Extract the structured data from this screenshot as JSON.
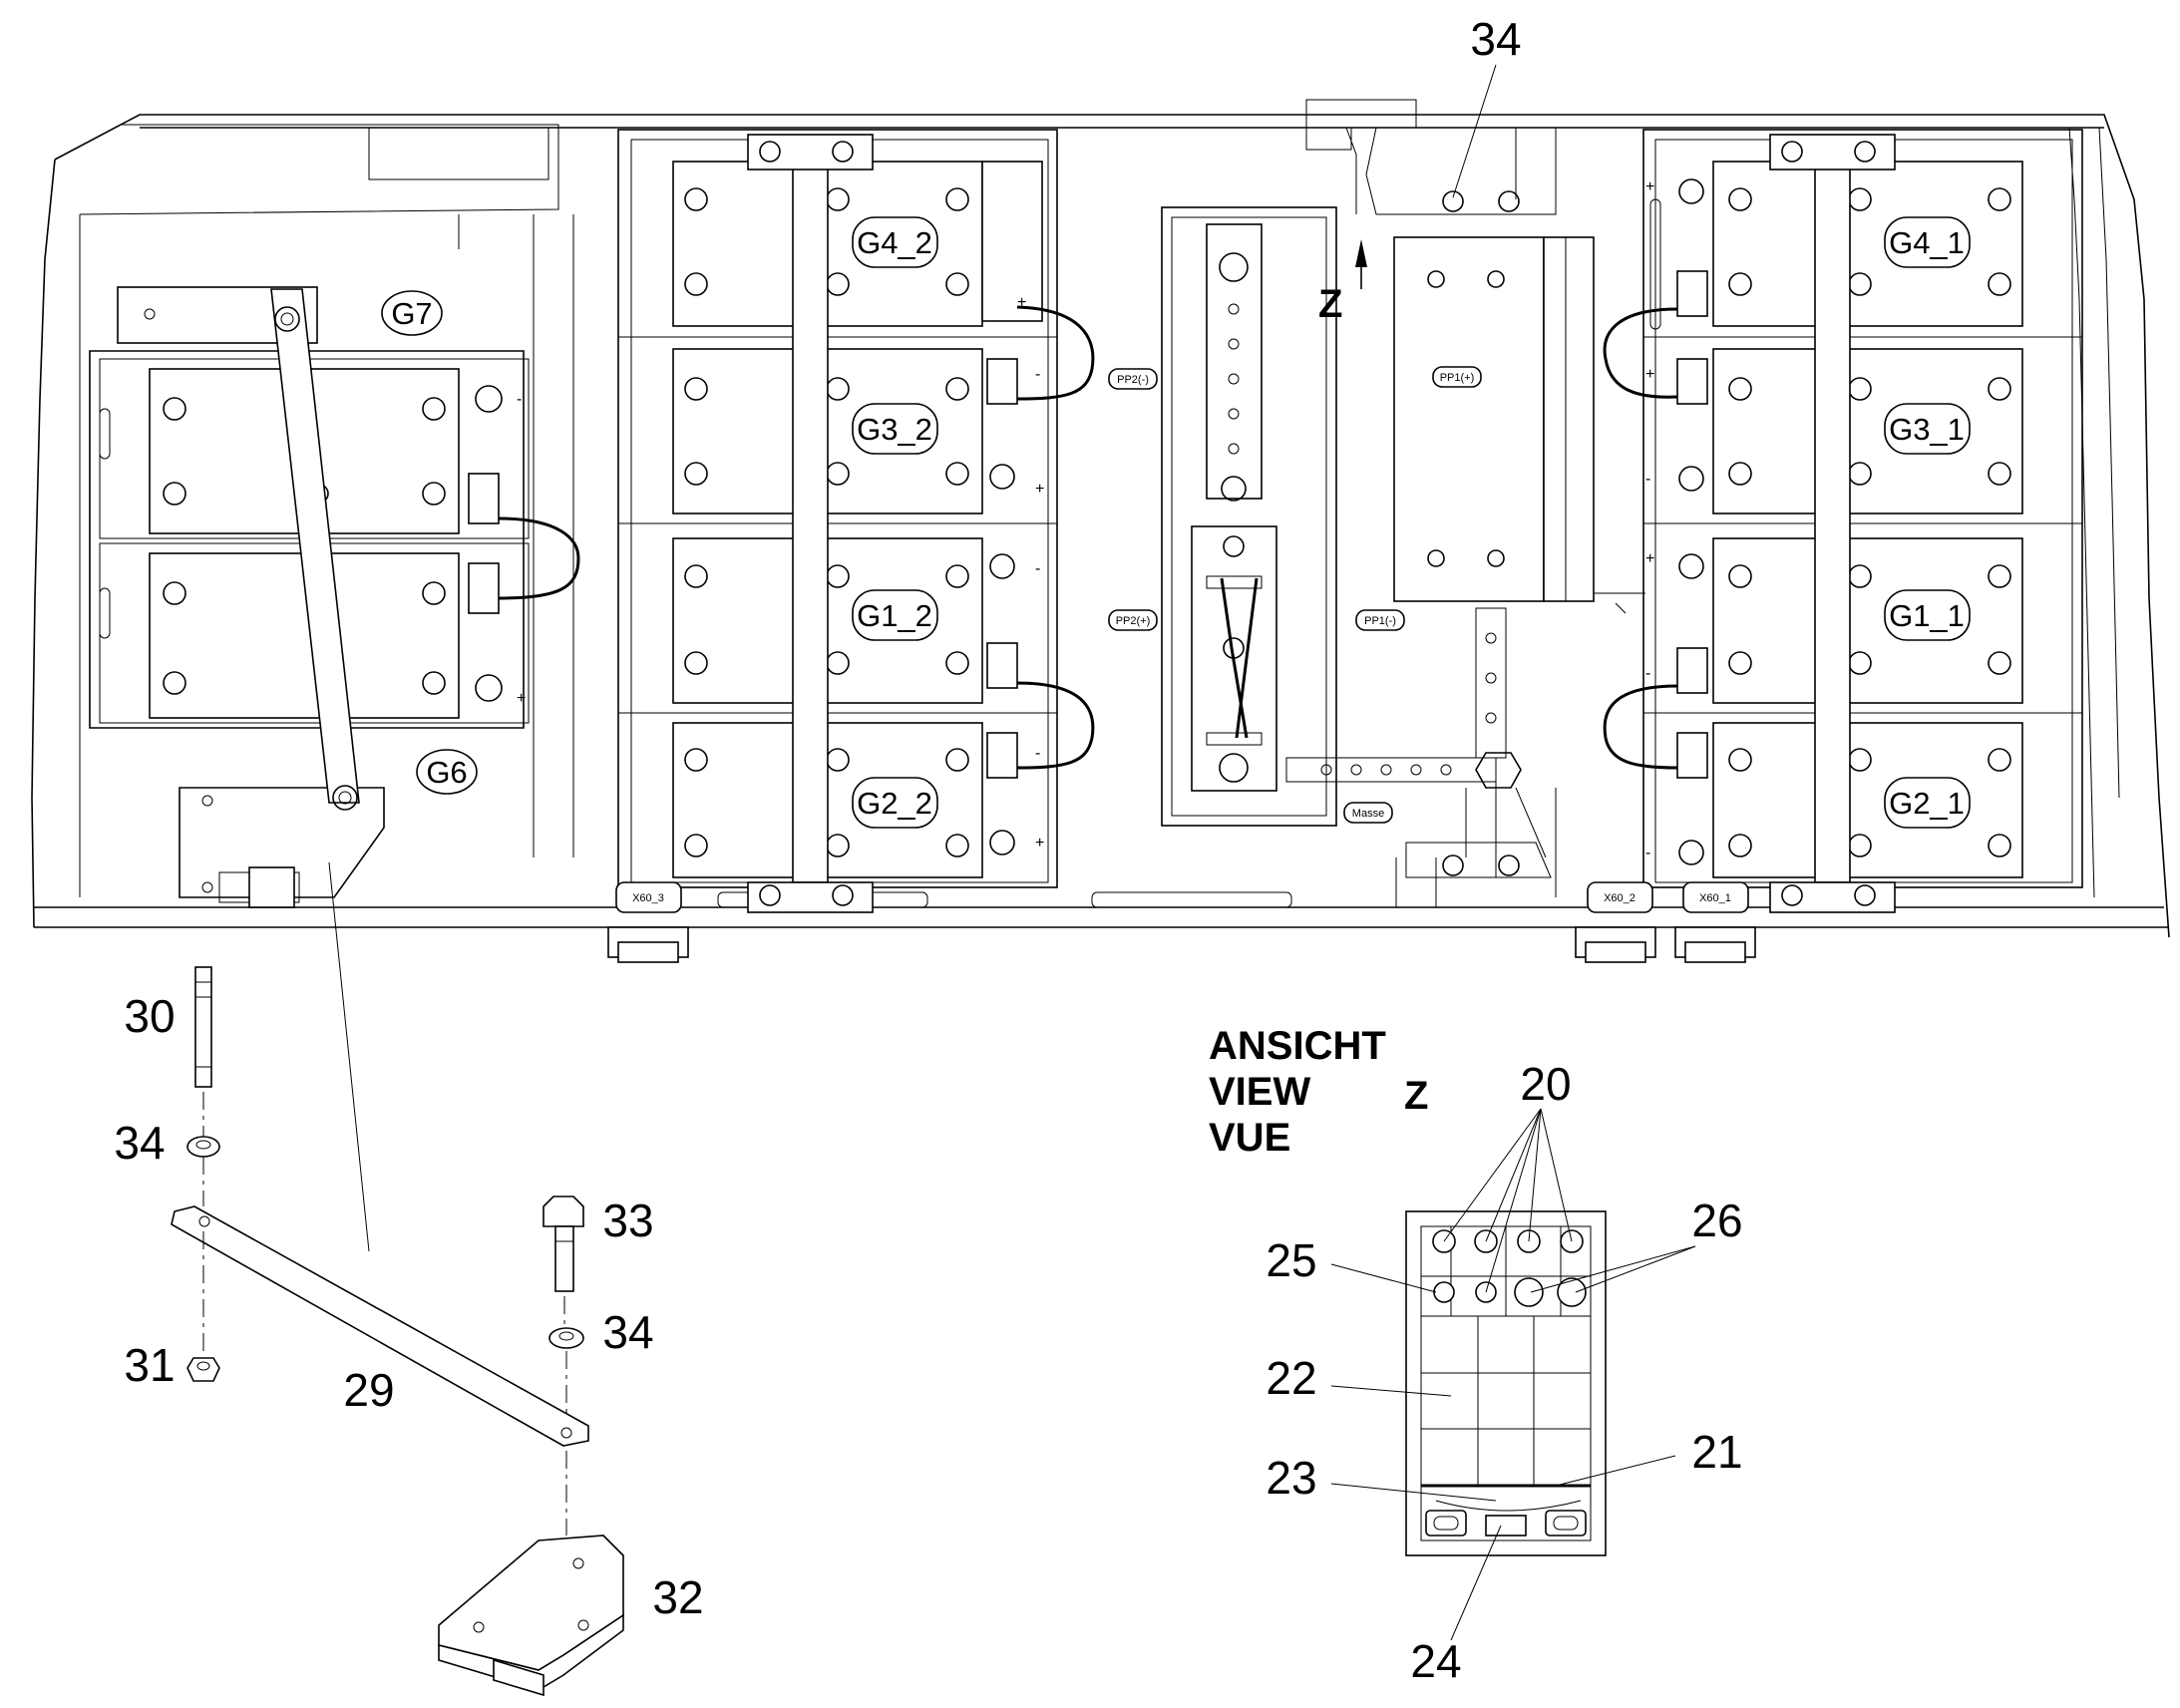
{
  "callouts": {
    "c34_top": "34",
    "c30": "30",
    "c34_left": "34",
    "c33": "33",
    "c34_mid": "34",
    "c31": "31",
    "c29": "29",
    "c32": "32",
    "c20": "20",
    "c25": "25",
    "c26": "26",
    "c22": "22",
    "c23": "23",
    "c21": "21",
    "c24": "24"
  },
  "batteries": {
    "g7": "G7",
    "g6": "G6",
    "g4_2": "G4_2",
    "g3_2": "G3_2",
    "g1_2": "G1_2",
    "g2_2": "G2_2",
    "g4_1": "G4_1",
    "g3_1": "G3_1",
    "g1_1": "G1_1",
    "g2_1": "G2_1"
  },
  "small_labels": {
    "pp2_minus": "PP2(-)",
    "pp2_plus": "PP2(+)",
    "pp1_plus": "PP1(+)",
    "pp1_minus": "PP1(-)",
    "masse": "Masse",
    "x60_3": "X60_3",
    "x60_2": "X60_2",
    "x60_1": "X60_1"
  },
  "view": {
    "line1": "ANSICHT",
    "line2": "VIEW",
    "line3": "VUE",
    "letter": "Z",
    "arrow_letter": "Z"
  },
  "terminal_signs": {
    "plus": "+",
    "minus": "-"
  }
}
